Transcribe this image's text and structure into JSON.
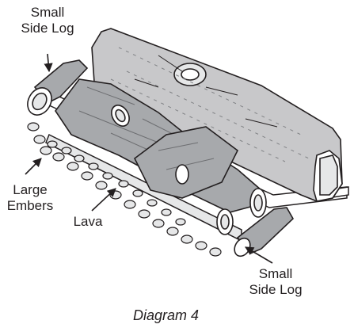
{
  "labels": {
    "small_side_log_top": {
      "line1": "Small",
      "line2": "Side Log"
    },
    "large_embers": {
      "line1": "Large",
      "line2": "Embers"
    },
    "lava": "Lava",
    "small_side_log_bottom": {
      "line1": "Small",
      "line2": "Side Log"
    }
  },
  "caption": "Diagram 4",
  "colors": {
    "line": "#231f20",
    "log_fill": "#a7a9ac",
    "log_dark": "#6d6e71",
    "rear_log_fill": "#c8c8ca",
    "ember_fill": "#e6e7e8",
    "bark_mark": "#808285",
    "background": "#ffffff"
  }
}
